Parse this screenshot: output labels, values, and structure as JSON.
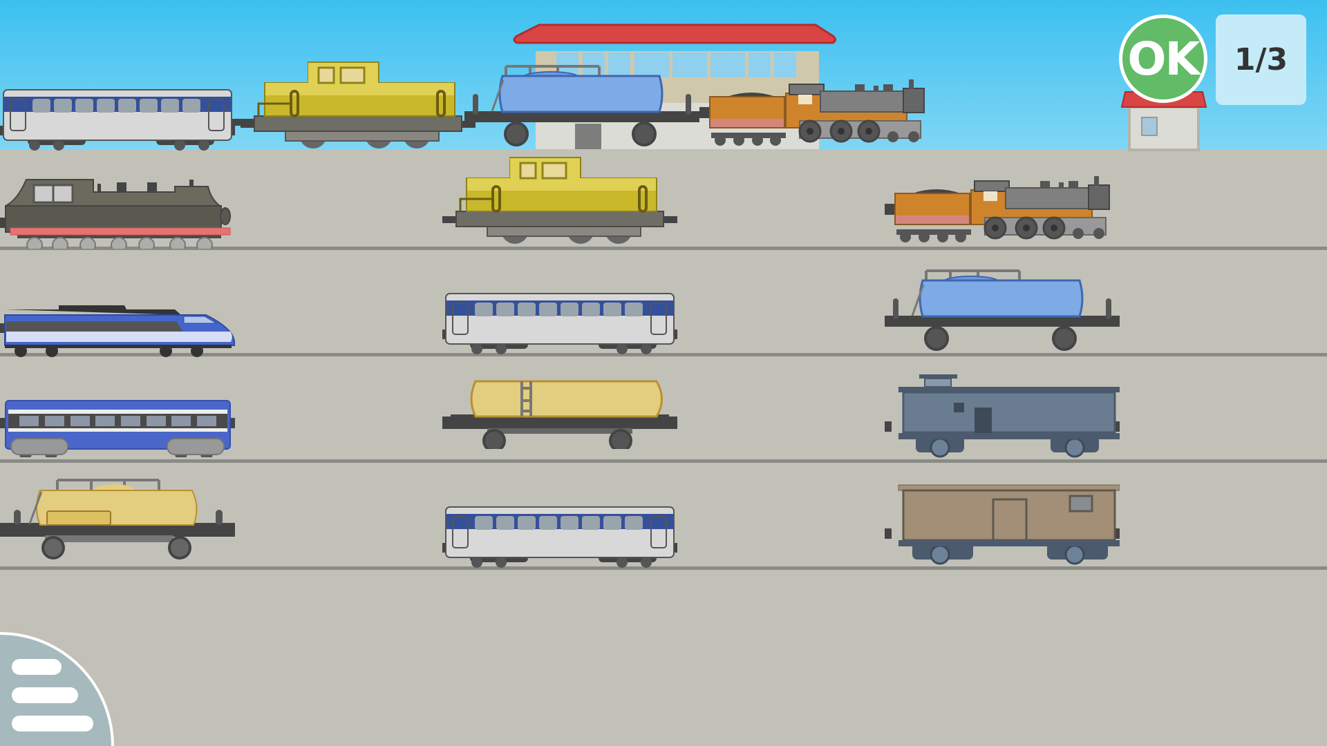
{
  "header": {
    "ok_button": {
      "label": "OK",
      "color": "#62bb66"
    },
    "page_indicator": {
      "current": 1,
      "total": 3,
      "label": "1/3",
      "bg_color": "#c5ebf9"
    }
  },
  "menu": {
    "icon": "hamburger-menu-icon",
    "color": "#a6babd"
  },
  "scene": {
    "sky_color": "#3cc0f0",
    "ground_color": "#c2c1b8",
    "station": {
      "roof_color": "#d94444",
      "wall_color": "#d0c8ac"
    }
  },
  "assembled_train": [
    {
      "type": "passenger-car-white-blue"
    },
    {
      "type": "diesel-switcher-yellow"
    },
    {
      "type": "tank-wagon-blue"
    },
    {
      "type": "steam-locomotive-orange-with-tender"
    }
  ],
  "catalog": {
    "rows": [
      [
        "steam-locomotive-dark-gray",
        "diesel-switcher-yellow",
        "steam-locomotive-orange-with-tender"
      ],
      [
        "high-speed-train-blue",
        "passenger-car-white-blue",
        "tank-wagon-blue"
      ],
      [
        "passenger-car-blue",
        "tank-wagon-yellow",
        "caboose-slate"
      ],
      [
        "tank-wagon-yellow-with-frame",
        "passenger-car-white-blue",
        "boxcar-brown"
      ]
    ]
  }
}
